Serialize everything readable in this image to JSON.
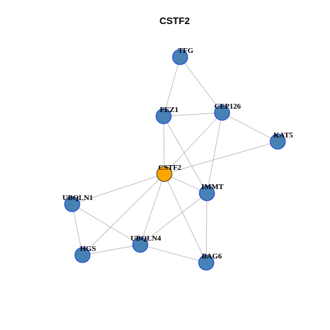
{
  "title": "CSTF2",
  "colors": {
    "node_fill": "#4682b4",
    "node_stroke": "#1f3fd6",
    "center_fill": "#ffa500",
    "center_stroke": "#3a3a3a",
    "edge": "#b8b8b8"
  },
  "nodes": [
    {
      "id": "TFG",
      "label": "TFG",
      "center": false
    },
    {
      "id": "FEZ1",
      "label": "FEZ1",
      "center": false
    },
    {
      "id": "CEP126",
      "label": "CEP126",
      "center": false
    },
    {
      "id": "KAT5",
      "label": "KAT5",
      "center": false
    },
    {
      "id": "CSTF2",
      "label": "CSTF2",
      "center": true
    },
    {
      "id": "IMMT",
      "label": "IMMT",
      "center": false
    },
    {
      "id": "UBQLN1",
      "label": "UBQLN1",
      "center": false
    },
    {
      "id": "UBQLN4",
      "label": "UBQLN4",
      "center": false
    },
    {
      "id": "HGS",
      "label": "HGS",
      "center": false
    },
    {
      "id": "BAG6",
      "label": "BAG6",
      "center": false
    }
  ],
  "edges": [
    [
      "TFG",
      "FEZ1"
    ],
    [
      "TFG",
      "CEP126"
    ],
    [
      "FEZ1",
      "CEP126"
    ],
    [
      "FEZ1",
      "CSTF2"
    ],
    [
      "FEZ1",
      "IMMT"
    ],
    [
      "CEP126",
      "KAT5"
    ],
    [
      "CEP126",
      "CSTF2"
    ],
    [
      "CEP126",
      "IMMT"
    ],
    [
      "KAT5",
      "CSTF2"
    ],
    [
      "CSTF2",
      "IMMT"
    ],
    [
      "CSTF2",
      "UBQLN1"
    ],
    [
      "CSTF2",
      "UBQLN4"
    ],
    [
      "CSTF2",
      "HGS"
    ],
    [
      "CSTF2",
      "BAG6"
    ],
    [
      "IMMT",
      "UBQLN4"
    ],
    [
      "IMMT",
      "BAG6"
    ],
    [
      "UBQLN1",
      "HGS"
    ],
    [
      "UBQLN1",
      "UBQLN4"
    ],
    [
      "UBQLN4",
      "HGS"
    ],
    [
      "UBQLN4",
      "BAG6"
    ]
  ]
}
